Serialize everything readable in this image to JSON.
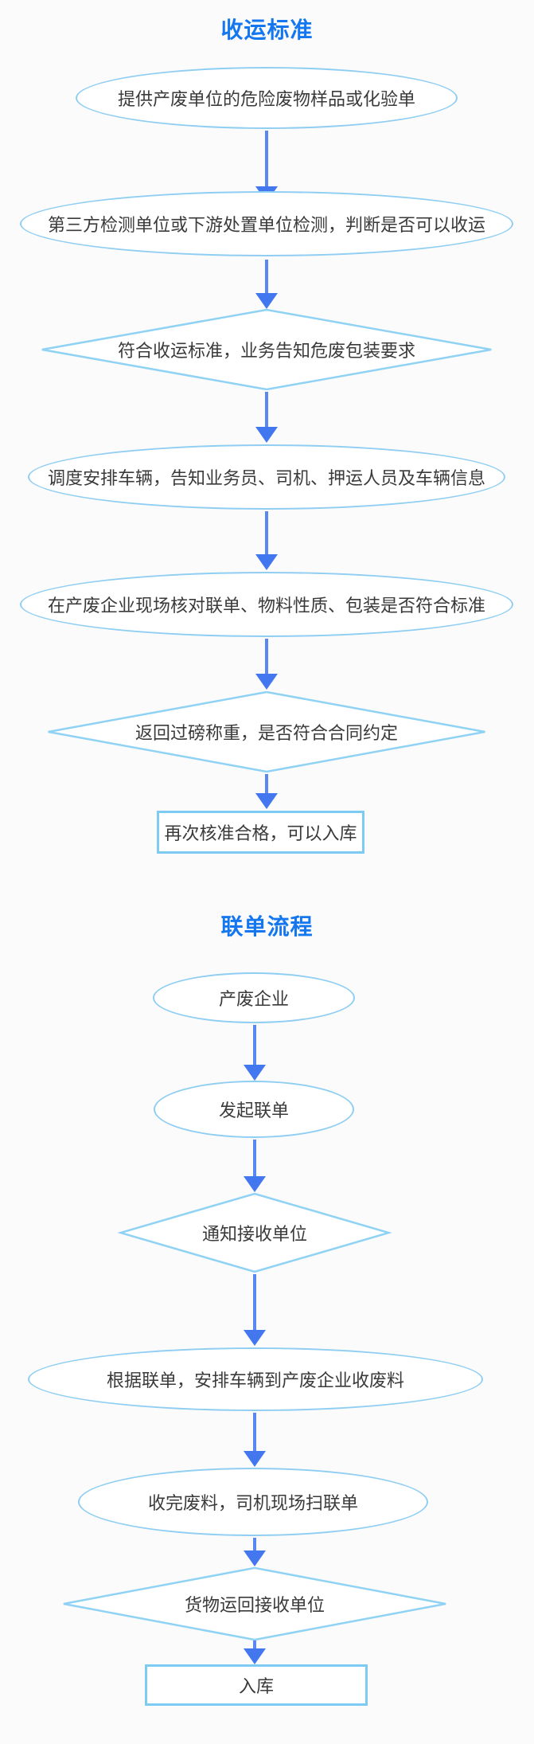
{
  "page": {
    "background": "#fbfbfb"
  },
  "colors": {
    "title_blue": "#1477f0",
    "shape_stroke": "#8fcef2",
    "rect_stroke": "#7dcbf2",
    "arrow_blue": "#4377f0",
    "text": "#3a3a3a"
  },
  "charts": [
    {
      "title": "收运标准",
      "nodes": [
        {
          "shape": "ellipse",
          "label": "提供产废单位的危险废物样品或化验单"
        },
        {
          "shape": "ellipse",
          "label": "第三方检测单位或下游处置单位检测，判断是否可以收运"
        },
        {
          "shape": "diamond",
          "label": "符合收运标准，业务告知危废包装要求"
        },
        {
          "shape": "ellipse",
          "label": "调度安排车辆，告知业务员、司机、押运人员及车辆信息"
        },
        {
          "shape": "ellipse",
          "label": "在产废企业现场核对联单、物料性质、包装是否符合标准"
        },
        {
          "shape": "diamond",
          "label": "返回过磅称重，是否符合合同约定"
        },
        {
          "shape": "rect",
          "label": "再次核准合格，可以入库"
        }
      ]
    },
    {
      "title": "联单流程",
      "nodes": [
        {
          "shape": "ellipse",
          "label": "产废企业"
        },
        {
          "shape": "ellipse",
          "label": "发起联单"
        },
        {
          "shape": "diamond",
          "label": "通知接收单位"
        },
        {
          "shape": "ellipse",
          "label": "根据联单，安排车辆到产废企业收废料"
        },
        {
          "shape": "ellipse",
          "label": "收完废料，司机现场扫联单"
        },
        {
          "shape": "diamond",
          "label": "货物运回接收单位"
        },
        {
          "shape": "rect",
          "label": "入库"
        }
      ]
    }
  ]
}
